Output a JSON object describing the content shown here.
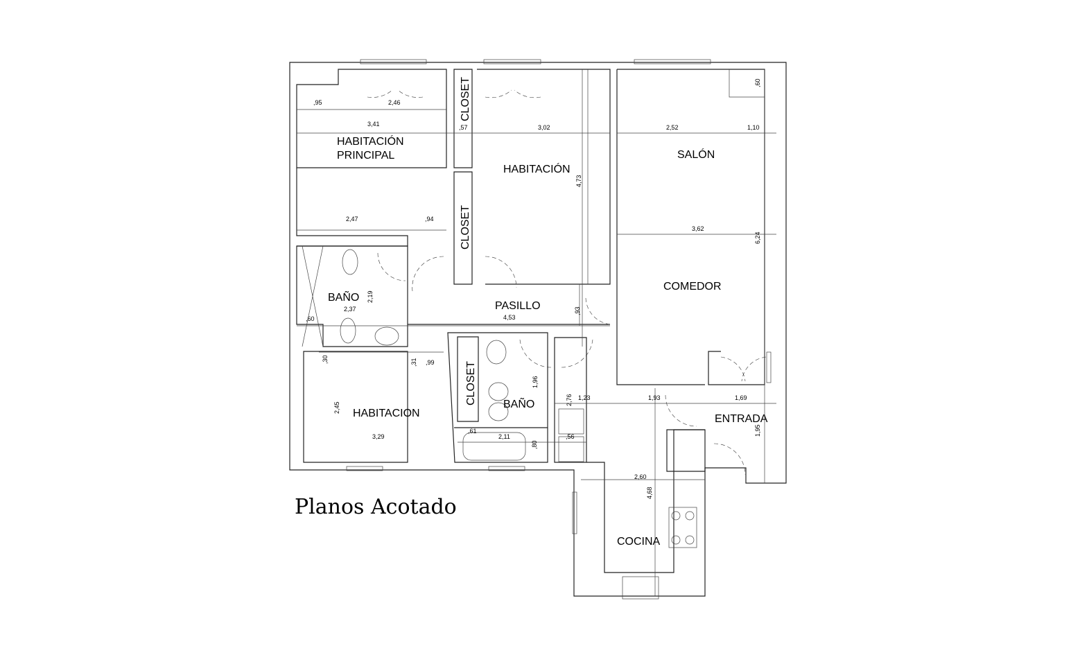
{
  "title": "Planos Acotado",
  "rooms": {
    "master_bedroom_1": "HABITACIÓN",
    "master_bedroom_2": "PRINCIPAL",
    "closet_top": "CLOSET",
    "closet_mid": "CLOSET",
    "bedroom": "HABITACIÓN",
    "living": "SALÓN",
    "dining": "COMEDOR",
    "hallway": "PASILLO",
    "bath_1": "BAÑO",
    "bedroom_2": "HABITACION",
    "closet_bottom": "CLOSET",
    "bath_2": "BAÑO",
    "entrance": "ENTRADA",
    "kitchen": "COCINA"
  },
  "dimensions": {
    "d095": ",95",
    "d246": "2,46",
    "d341": "3,41",
    "d057": ",57",
    "d302": "3,02",
    "d252": "2,52",
    "d110": "1,10",
    "d060a": ",60",
    "d473": "4,73",
    "d624": "6,24",
    "d362": "3,62",
    "d247": "2,47",
    "d094": ",94",
    "d219": "2,19",
    "d237": "2,37",
    "d060b": ",60",
    "d453": "4,53",
    "d093": ",93",
    "d030": ",30",
    "d031": ",31",
    "d099": ",99",
    "d196": "1,96",
    "d276": "2,76",
    "d123": "1,23",
    "d193": "1,93",
    "d169": "1,69",
    "d245": "2,45",
    "d329": "3,29",
    "d061": ",61",
    "d211": "2,11",
    "d080": ",80",
    "d056": ",56",
    "d195": "1,95",
    "d260": "2,60",
    "d468": "4,68"
  }
}
